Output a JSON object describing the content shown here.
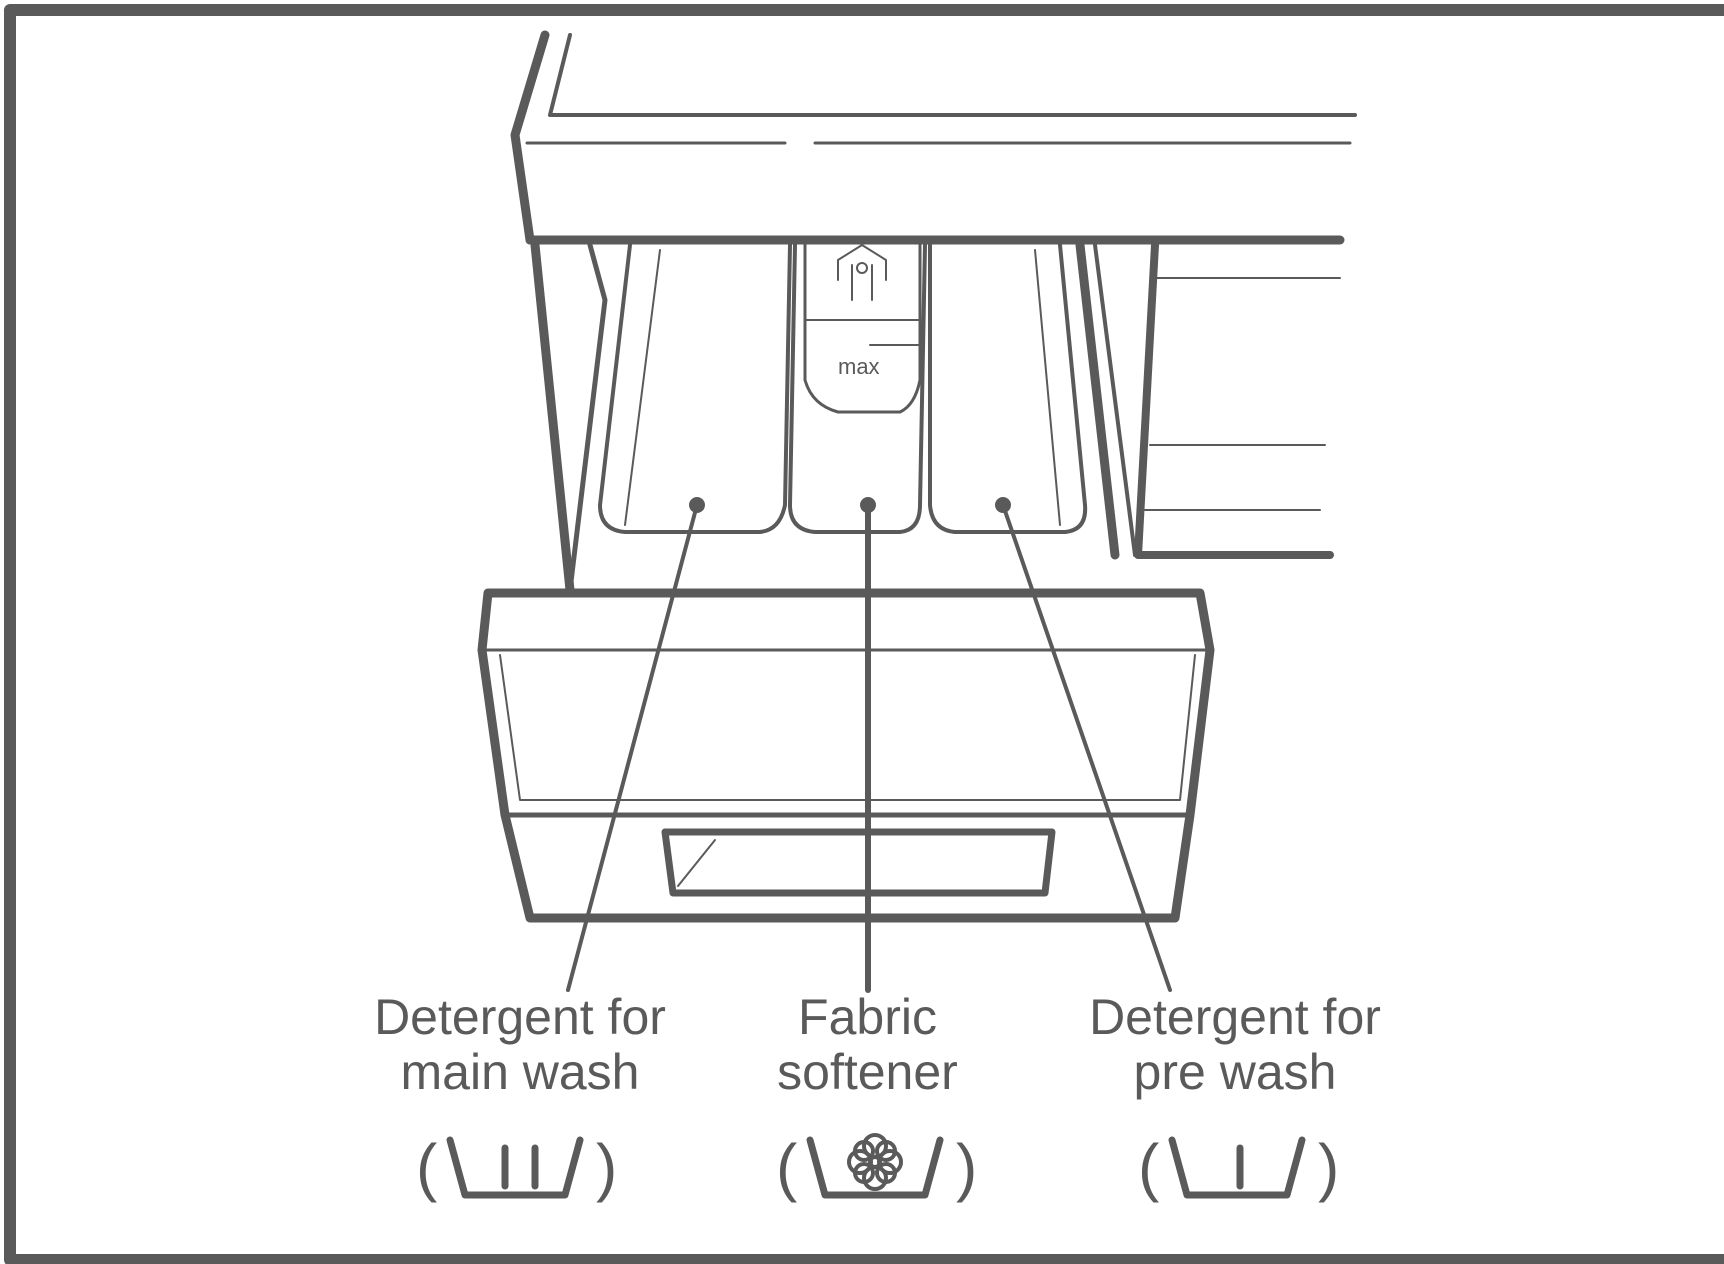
{
  "compartment_label": "max",
  "callouts": [
    {
      "line1": "Detergent for",
      "line2": "main wash",
      "symbol": "main-wash-symbol-icon"
    },
    {
      "line1": "Fabric",
      "line2": "softener",
      "symbol": "fabric-softener-flower-icon"
    },
    {
      "line1": "Detergent for",
      "line2": "pre wash",
      "symbol": "pre-wash-symbol-icon"
    }
  ],
  "paren_open": "(",
  "paren_close": ")",
  "colors": {
    "stroke": "#5a5a5a",
    "background": "#ffffff"
  }
}
